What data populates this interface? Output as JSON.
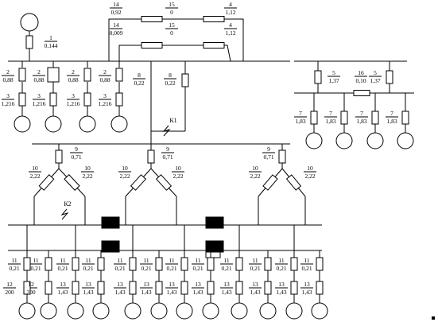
{
  "colors": {
    "line": "#000000",
    "background": "#ffffff",
    "breaker": "#000000"
  },
  "labels": {
    "l14a_num": "14",
    "l14a_val": "0,92",
    "l15a_num": "15",
    "l15a_val": "0",
    "l4a_num": "4",
    "l4a_val": "1,12",
    "l14b_num": "14",
    "l14b_val": "0,009",
    "l15b_num": "15",
    "l15b_val": "0",
    "l4b_num": "4",
    "l4b_val": "1,12",
    "g1_num": "1",
    "g1_val": "0,144",
    "t2_num": "2",
    "t2_val": "0,88",
    "m3_num": "3",
    "m3_val": "1,216",
    "t8_num": "8",
    "t8_val": "0,22",
    "t5_num": "5",
    "t5_val": "1,37",
    "r16_num": "16",
    "r16_val": "0,10",
    "m7_num": "7",
    "m7_val": "1,83",
    "t9_num": "9",
    "t9_val": "0,71",
    "t10_num": "10",
    "t10_val": "2,22",
    "t11_num": "11",
    "t11_val": "0,21",
    "m12_num": "12",
    "m12_val": "200",
    "m13_num": "13",
    "m13_val": "1,43",
    "fault_k1": "К1",
    "fault_k2": "К2"
  }
}
